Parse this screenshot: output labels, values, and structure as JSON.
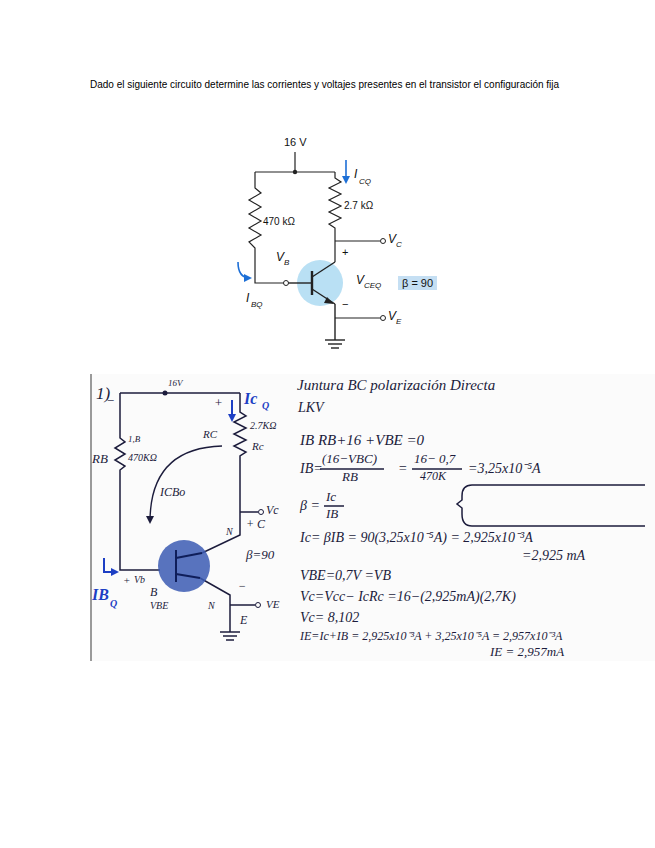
{
  "diagram": {
    "title": "Dado el siguiente circuito determine las corrientes y voltajes presentes en el transistor el configuración fija",
    "nodes": [
      {
        "text": [
          "β = 90"
        ]
      }
    ],
    "labels": [
      "16 V",
      "I",
      "CQ",
      "2.7 kΩ",
      "470 kΩ",
      "V",
      "C",
      "+",
      "V",
      "B",
      "V",
      "CEQ",
      "−",
      "V",
      "E",
      "I",
      "BQ",
      "1)",
      "16V",
      "−",
      "+",
      "Ic",
      "Q",
      "RC",
      "2.7KΩ",
      "Rc",
      "1,B",
      "RB",
      "470KΩ",
      "ICBo",
      "Vc",
      "N",
      "+ C",
      "β=90",
      "+",
      "Vb",
      "B",
      "IB",
      "Q",
      "VBE",
      "N",
      "−",
      "VE",
      "E",
      "Juntura BC polarización Directa",
      "LKV",
      "IB RB+16 +VBE =0",
      "IB=",
      "(16−VBC)",
      "RB",
      "=",
      "16− 0,7",
      "470K",
      "=3,25x10⁻⁵A",
      "β =",
      "Ic",
      "IB",
      "Ic= βIB = 90(3,25x10⁻⁵A) = 2,925x10⁻³A",
      "=2,925 mA",
      "VBE=0,7V =VB",
      "Vc=Vcc− IcRc =16−(2,925mA)(2,7K)",
      "Vc= 8,102",
      "IE=Ic+IB = 2,925x10⁻³A + 3,25x10⁻⁵A = 2,957x10⁻³A",
      "IE = 2,957mA"
    ]
  }
}
